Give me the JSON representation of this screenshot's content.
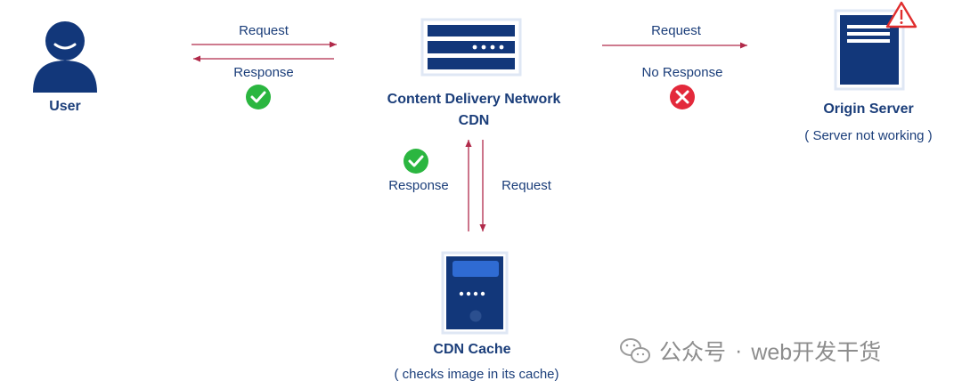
{
  "nodes": {
    "user": {
      "label": "User"
    },
    "cdn": {
      "title_line1": "Content Delivery Network",
      "title_line2": "CDN"
    },
    "origin": {
      "title": "Origin Server",
      "subtitle": "( Server not working )"
    },
    "cache": {
      "title": "CDN Cache",
      "subtitle": "( checks image in its cache)"
    }
  },
  "edges": {
    "user_to_cdn_request": "Request",
    "cdn_to_user_response": "Response",
    "cdn_to_origin_request": "Request",
    "origin_to_cdn_no_response": "No Response",
    "cache_to_cdn_response": "Response",
    "cdn_to_cache_request": "Request"
  },
  "watermark": {
    "platform": "公众号",
    "separator": "·",
    "account": "web开发干货"
  },
  "colors": {
    "navy": "#12377a",
    "arrow": "#b12a4a",
    "success": "#2bb640",
    "error": "#e3293b",
    "warning": "#e02e2e",
    "cache_accent": "#2f6bd3"
  },
  "icons": [
    "user-icon",
    "server-rack-icon",
    "server-document-icon",
    "warning-icon",
    "check-icon",
    "error-x-icon",
    "cache-server-icon",
    "wechat-icon"
  ]
}
